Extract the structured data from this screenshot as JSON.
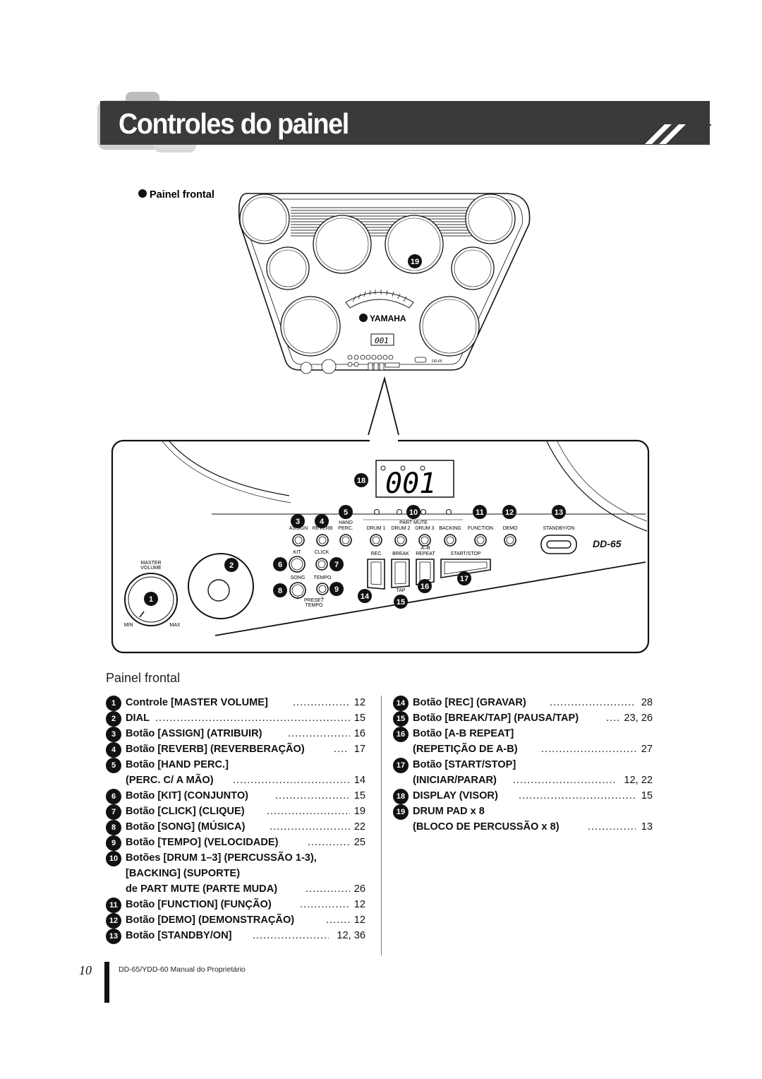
{
  "page": {
    "title": "Controles do painel",
    "section_label": "Painel frontal",
    "list_heading": "Painel frontal",
    "page_number": "10",
    "footer": "DD-65/YDD-60   Manual do Proprietário"
  },
  "diagram": {
    "brand": "YAMAHA",
    "display_value": "001",
    "model_logo": "DD-65",
    "labels": {
      "master_volume": "MASTER VOLUME",
      "min": "MIN",
      "max": "MAX",
      "assign": "ASSIGN",
      "reverb": "REVERB",
      "hand_perc": "HAND PERC.",
      "part_mute": "PART MUTE",
      "drum1": "DRUM 1",
      "drum2": "DRUM 2",
      "drum3": "DRUM 3",
      "backing": "BACKING",
      "function": "FUNCTION",
      "demo": "DEMO",
      "standby_on": "STANDBY/ON",
      "kit": "KIT",
      "click": "CLICK",
      "song": "SONG",
      "tempo": "TEMPO",
      "preset_tempo": "PRESET TEMPO",
      "rec": "REC",
      "break": "BREAK",
      "ab_repeat": "A–B REPEAT",
      "start_stop": "START/STOP",
      "tap": "TAP"
    },
    "callouts": [
      "1",
      "2",
      "3",
      "4",
      "5",
      "6",
      "7",
      "8",
      "9",
      "10",
      "11",
      "12",
      "13",
      "14",
      "15",
      "16",
      "17",
      "18",
      "19"
    ]
  },
  "items_left": [
    {
      "num": "1",
      "text": "Controle [MASTER VOLUME]",
      "page": "12"
    },
    {
      "num": "2",
      "text": "DIAL",
      "page": "15"
    },
    {
      "num": "3",
      "text": "Botão [ASSIGN] (ATRIBUIR)",
      "page": "16"
    },
    {
      "num": "4",
      "text": "Botão [REVERB] (REVERBERAÇÃO)",
      "page": "17"
    },
    {
      "num": "5",
      "text": "Botão [HAND PERC.]",
      "cont": "(PERC. C/ A MÃO)",
      "page": "14"
    },
    {
      "num": "6",
      "text": "Botão [KIT] (CONJUNTO)",
      "page": "15"
    },
    {
      "num": "7",
      "text": "Botão [CLICK] (CLIQUE)",
      "page": "19"
    },
    {
      "num": "8",
      "text": "Botão [SONG] (MÚSICA)",
      "page": "22"
    },
    {
      "num": "9",
      "text": "Botão [TEMPO] (VELOCIDADE)",
      "page": "25"
    },
    {
      "num": "10",
      "text": "Botões [DRUM 1–3] (PERCUSSÃO 1-3),",
      "cont1": "[BACKING] (SUPORTE)",
      "cont2": "de PART MUTE (PARTE MUDA)",
      "page": "26"
    },
    {
      "num": "11",
      "text": "Botão [FUNCTION] (FUNÇÃO)",
      "page": "12"
    },
    {
      "num": "12",
      "text": "Botão [DEMO] (DEMONSTRAÇÃO)",
      "page": "12"
    },
    {
      "num": "13",
      "text": "Botão [STANDBY/ON]",
      "page": "12, 36"
    }
  ],
  "items_right": [
    {
      "num": "14",
      "text": "Botão [REC] (GRAVAR)",
      "page": "28"
    },
    {
      "num": "15",
      "text": "Botão [BREAK/TAP] (PAUSA/TAP)",
      "page": "23, 26"
    },
    {
      "num": "16",
      "text": "Botão [A-B REPEAT]",
      "cont": "(REPETIÇÃO DE A-B)",
      "page": "27"
    },
    {
      "num": "17",
      "text": "Botão [START/STOP]",
      "cont": "(INICIAR/PARAR)",
      "page": "12, 22"
    },
    {
      "num": "18",
      "text": "DISPLAY (VISOR)",
      "page": "15"
    },
    {
      "num": "19",
      "text": "DRUM PAD x 8",
      "cont": "(BLOCO DE PERCUSSÃO x 8)",
      "page": "13"
    }
  ]
}
